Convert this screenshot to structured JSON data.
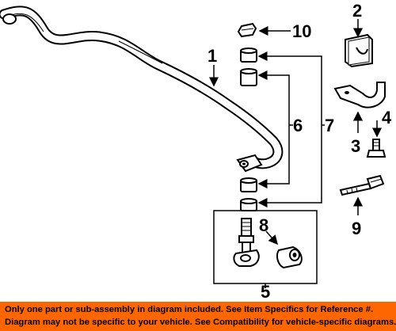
{
  "diagram": {
    "callouts": {
      "c1": "1",
      "c2": "2",
      "c3": "3",
      "c4": "4",
      "c5": "5",
      "c6": "6",
      "c7": "7",
      "c8": "8",
      "c9": "9",
      "c10": "10"
    },
    "parts": [
      "stabilizer-bar",
      "bushing",
      "bracket",
      "bolt",
      "link",
      "bushing",
      "bushing",
      "bushing",
      "bolt",
      "nut"
    ]
  },
  "footer": {
    "line1": "Only one part or sub-assembly in diagram included. See Item Specifics for Reference #.",
    "line2": "Diagram may not be specific to your vehicle. See Compatibility for vehicle-specific diagrams.",
    "background": "#ff6600"
  }
}
